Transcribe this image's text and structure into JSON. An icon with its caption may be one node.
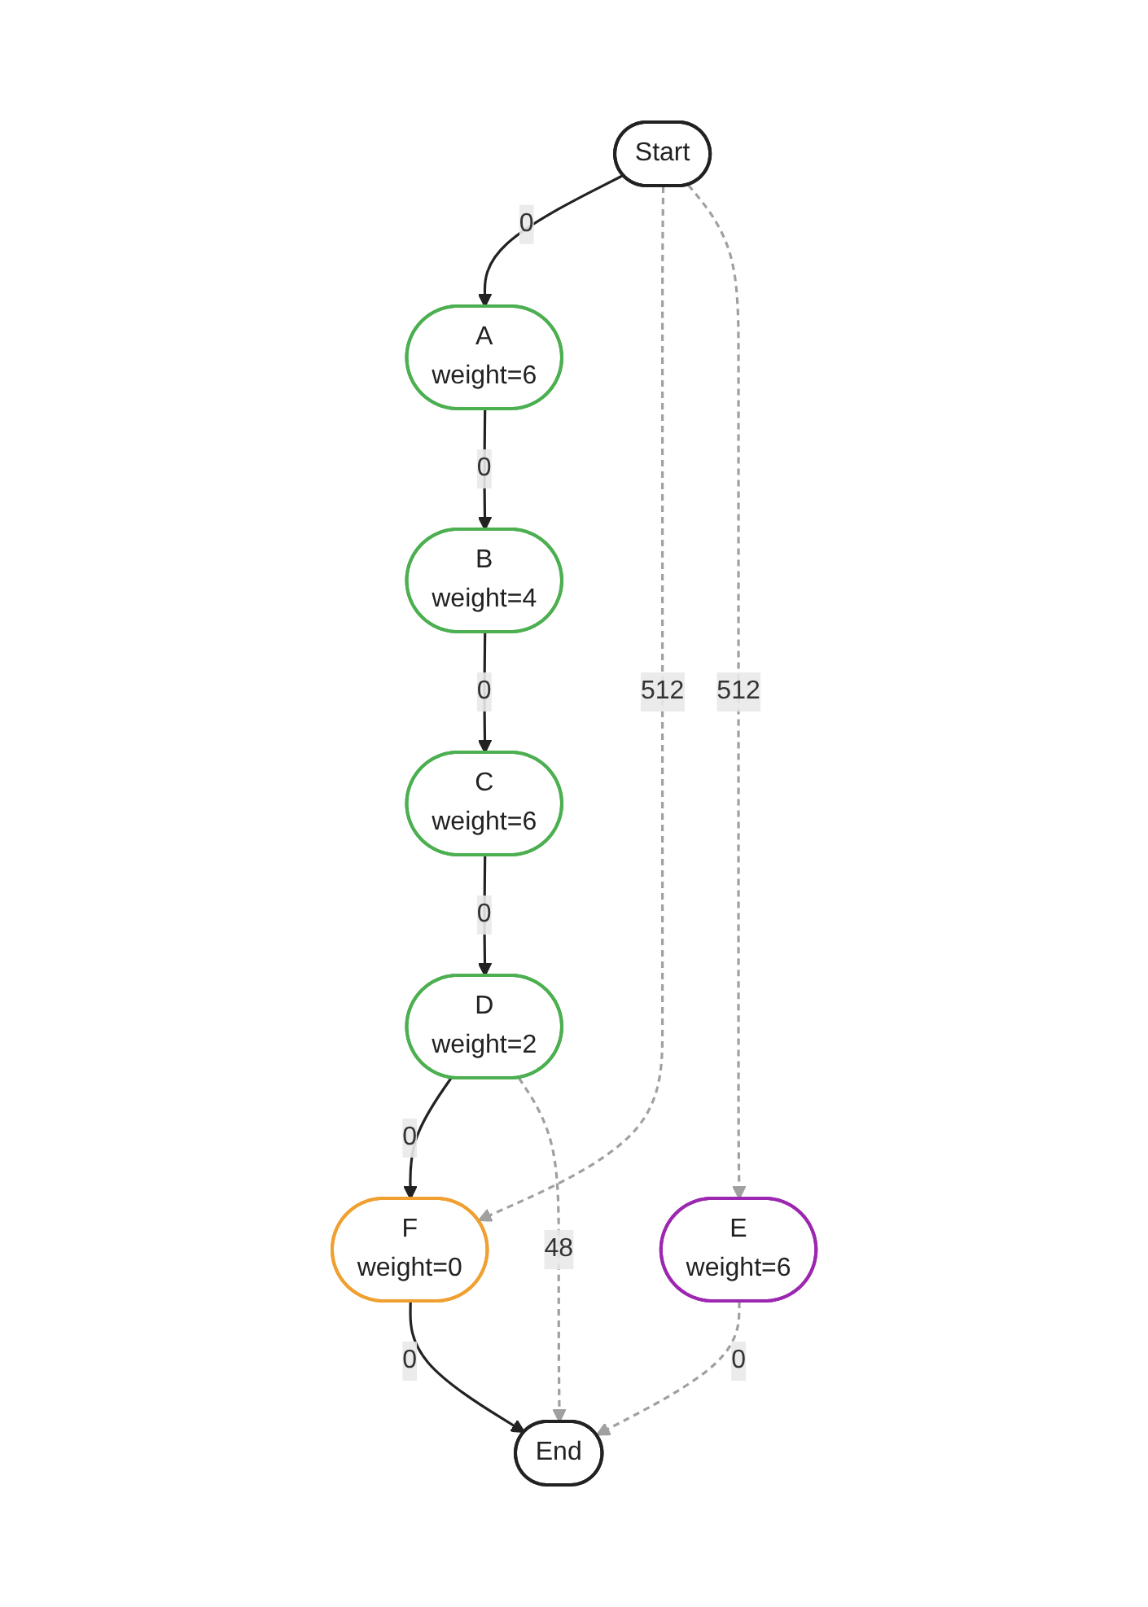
{
  "diagram": {
    "nodes": [
      {
        "text": [
          "Start"
        ]
      },
      {
        "text": [
          "A",
          "weight=6"
        ]
      },
      {
        "text": [
          "B",
          "weight=4"
        ]
      },
      {
        "text": [
          "C",
          "weight=6"
        ]
      },
      {
        "text": [
          "F",
          "weight=0"
        ]
      },
      {
        "text": [
          "E",
          "weight=6"
        ]
      },
      {
        "text": [
          "D",
          "weight=2"
        ]
      },
      {
        "text": [
          "End"
        ]
      }
    ],
    "edges": [
      {
        "from": 0,
        "to": 1,
        "arrow": "to",
        "label": "0"
      },
      {
        "from": 1,
        "to": 2,
        "arrow": "to",
        "label": "0"
      },
      {
        "from": 2,
        "to": 3,
        "arrow": "to",
        "label": "0"
      },
      {
        "from": 3,
        "to": 6,
        "arrow": "to",
        "label": "0"
      },
      {
        "from": 6,
        "to": 4,
        "arrow": "to",
        "label": "0"
      },
      {
        "from": 4,
        "to": 7,
        "arrow": "to",
        "label": "0"
      },
      {
        "from": 0,
        "to": 4,
        "arrow": "to",
        "label": "512",
        "style": "dashed",
        "color": "#a0a0a0"
      },
      {
        "from": 0,
        "to": 5,
        "arrow": "to",
        "label": "512",
        "style": "dashed",
        "color": "#a0a0a0"
      },
      {
        "from": 5,
        "to": 7,
        "arrow": "to",
        "label": "0",
        "style": "dashed",
        "color": "#a0a0a0"
      },
      {
        "from": 6,
        "to": 7,
        "arrow": "to",
        "label": "48",
        "style": "dashed",
        "color": "#a0a0a0"
      }
    ]
  }
}
